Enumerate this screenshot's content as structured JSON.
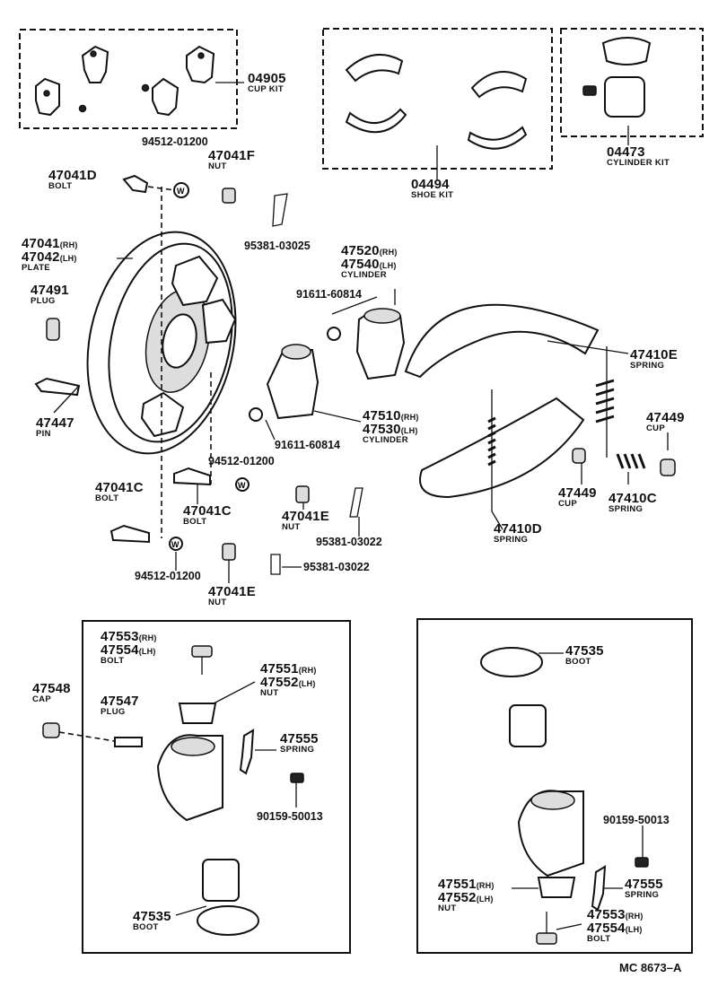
{
  "parts": {
    "p04905": {
      "num": "04905",
      "name": "CUP KIT"
    },
    "p04494": {
      "num": "04494",
      "name": "SHOE KIT"
    },
    "p04473": {
      "num": "04473",
      "name": "CYLINDER KIT"
    },
    "p94512_top": {
      "num": "94512-01200"
    },
    "p47041D": {
      "num": "47041D",
      "name": "BOLT"
    },
    "p47041F": {
      "num": "47041F",
      "name": "NUT"
    },
    "p95381_03025": {
      "num": "95381-03025"
    },
    "p47041": {
      "num": "47041",
      "side": "(RH)"
    },
    "p47042": {
      "num": "47042",
      "side": "(LH)",
      "name": "PLATE"
    },
    "p47491": {
      "num": "47491",
      "name": "PLUG"
    },
    "p47447": {
      "num": "47447",
      "name": "PIN"
    },
    "p47520": {
      "num": "47520",
      "side": "(RH)"
    },
    "p47540": {
      "num": "47540",
      "side": "(LH)",
      "name": "CYLINDER"
    },
    "p91611_upper": {
      "num": "91611-60814"
    },
    "p47410E": {
      "num": "47410E",
      "name": "SPRING"
    },
    "p47449_right": {
      "num": "47449",
      "name": "CUP"
    },
    "p47510": {
      "num": "47510",
      "side": "(RH)"
    },
    "p47530": {
      "num": "47530",
      "side": "(LH)",
      "name": "CYLINDER"
    },
    "p91611_lower": {
      "num": "91611-60814"
    },
    "p94512_mid": {
      "num": "94512-01200"
    },
    "p47041C_a": {
      "num": "47041C",
      "name": "BOLT"
    },
    "p47041C_b": {
      "num": "47041C",
      "name": "BOLT"
    },
    "p47041E_a": {
      "num": "47041E",
      "name": "NUT"
    },
    "p95381_03022_a": {
      "num": "95381-03022"
    },
    "p47449_left": {
      "num": "47449",
      "name": "CUP"
    },
    "p47410C": {
      "num": "47410C",
      "name": "SPRING"
    },
    "p47410D": {
      "num": "47410D",
      "name": "SPRING"
    },
    "p94512_bot": {
      "num": "94512-01200"
    },
    "p95381_03022_b": {
      "num": "95381-03022"
    },
    "p47041E_b": {
      "num": "47041E",
      "name": "NUT"
    },
    "p47553_l": {
      "num": "47553",
      "side": "(RH)"
    },
    "p47554_l": {
      "num": "47554",
      "side": "(LH)",
      "name": "BOLT"
    },
    "p47551_l": {
      "num": "47551",
      "side": "(RH)"
    },
    "p47552_l": {
      "num": "47552",
      "side": "(LH)",
      "name": "NUT"
    },
    "p47548": {
      "num": "47548",
      "name": "CAP"
    },
    "p47547": {
      "num": "47547",
      "name": "PLUG"
    },
    "p47555_l": {
      "num": "47555",
      "name": "SPRING"
    },
    "p90159_l": {
      "num": "90159-50013"
    },
    "p47535_l": {
      "num": "47535",
      "name": "BOOT"
    },
    "p47535_r": {
      "num": "47535",
      "name": "BOOT"
    },
    "p90159_r": {
      "num": "90159-50013"
    },
    "p47551_r": {
      "num": "47551",
      "side": "(RH)"
    },
    "p47552_r": {
      "num": "47552",
      "side": "(LH)",
      "name": "NUT"
    },
    "p47555_r": {
      "num": "47555",
      "name": "SPRING"
    },
    "p47553_r": {
      "num": "47553",
      "side": "(RH)"
    },
    "p47554_r": {
      "num": "47554",
      "side": "(LH)",
      "name": "BOLT"
    }
  },
  "reference": "MC 8673–A"
}
